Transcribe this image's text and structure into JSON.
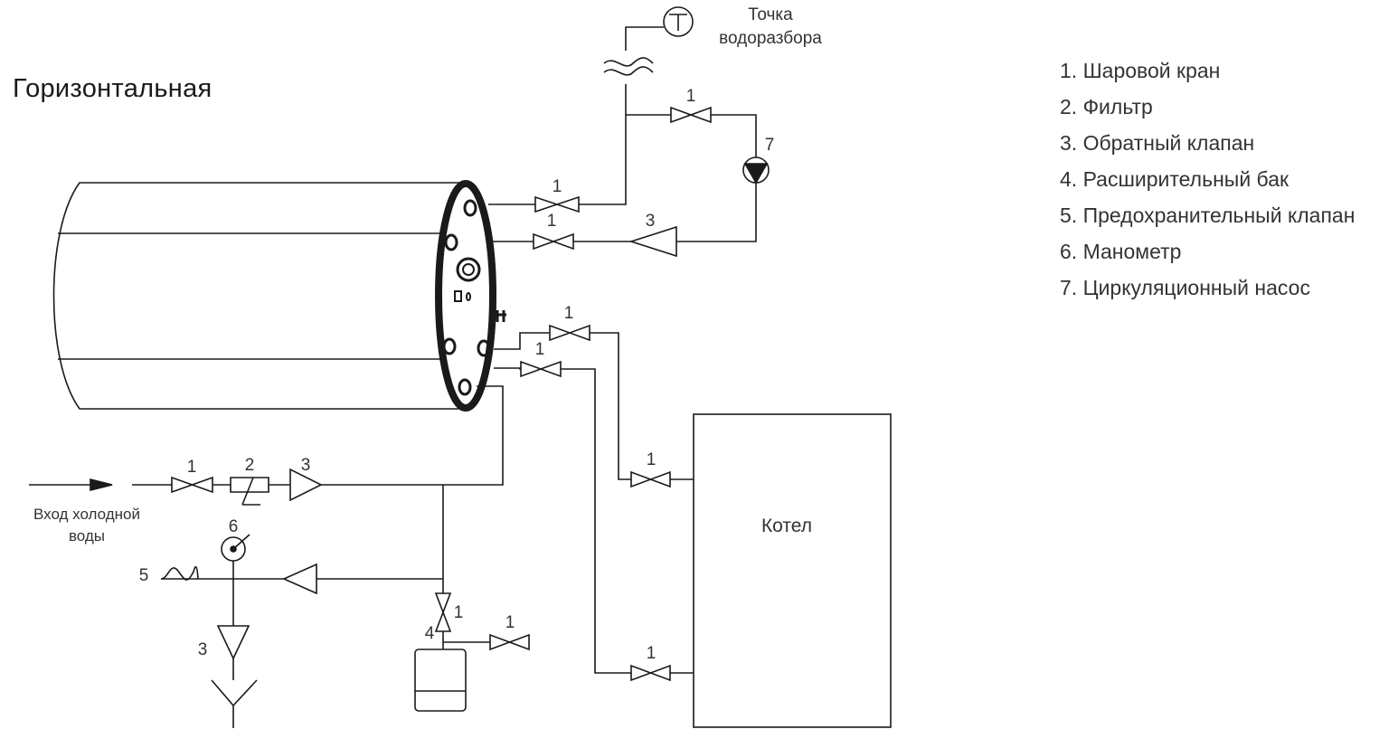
{
  "title": "Горизонтальная",
  "legend": [
    "1. Шаровой кран",
    "2. Фильтр",
    "3. Обратный клапан",
    "4. Расширительный бак",
    "5. Предохранительный клапан",
    "6. Манометр",
    "7. Циркуляционный насос"
  ],
  "labels": {
    "outlet_line1": "Точка",
    "outlet_line2": "водоразбора",
    "inlet_line1": "Вход холодной",
    "inlet_line2": "воды",
    "boiler": "Котел"
  },
  "marks": {
    "one": "1",
    "two": "2",
    "three": "3",
    "four": "4",
    "five": "5",
    "six": "6",
    "seven": "7"
  }
}
